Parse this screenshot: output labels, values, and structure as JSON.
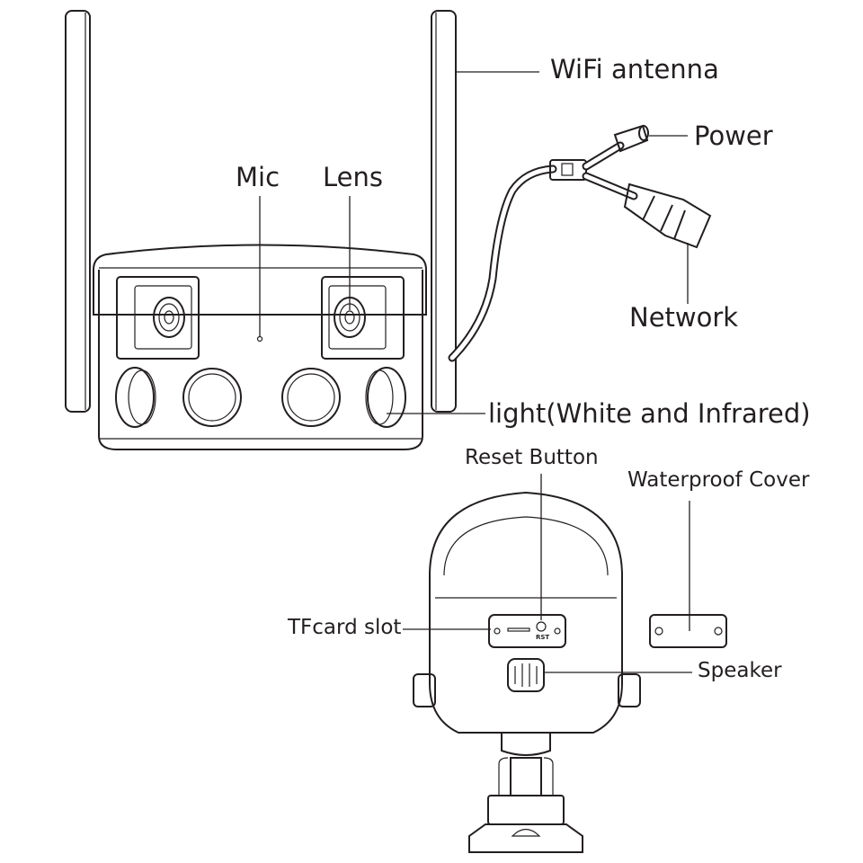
{
  "diagram": {
    "subject": "Dual-lens WiFi outdoor security camera",
    "front_view": {
      "labels": {
        "wifi_antenna": "WiFi antenna",
        "power": "Power",
        "mic": "Mic",
        "lens": "Lens",
        "network": "Network",
        "light": "light(White and Infrared)"
      }
    },
    "rear_view": {
      "labels": {
        "reset_button": "Reset Button",
        "waterproof_cover": "Waterproof Cover",
        "tfcard_slot": "TFcard slot",
        "speaker": "Speaker"
      },
      "panel_text": "RST"
    }
  }
}
